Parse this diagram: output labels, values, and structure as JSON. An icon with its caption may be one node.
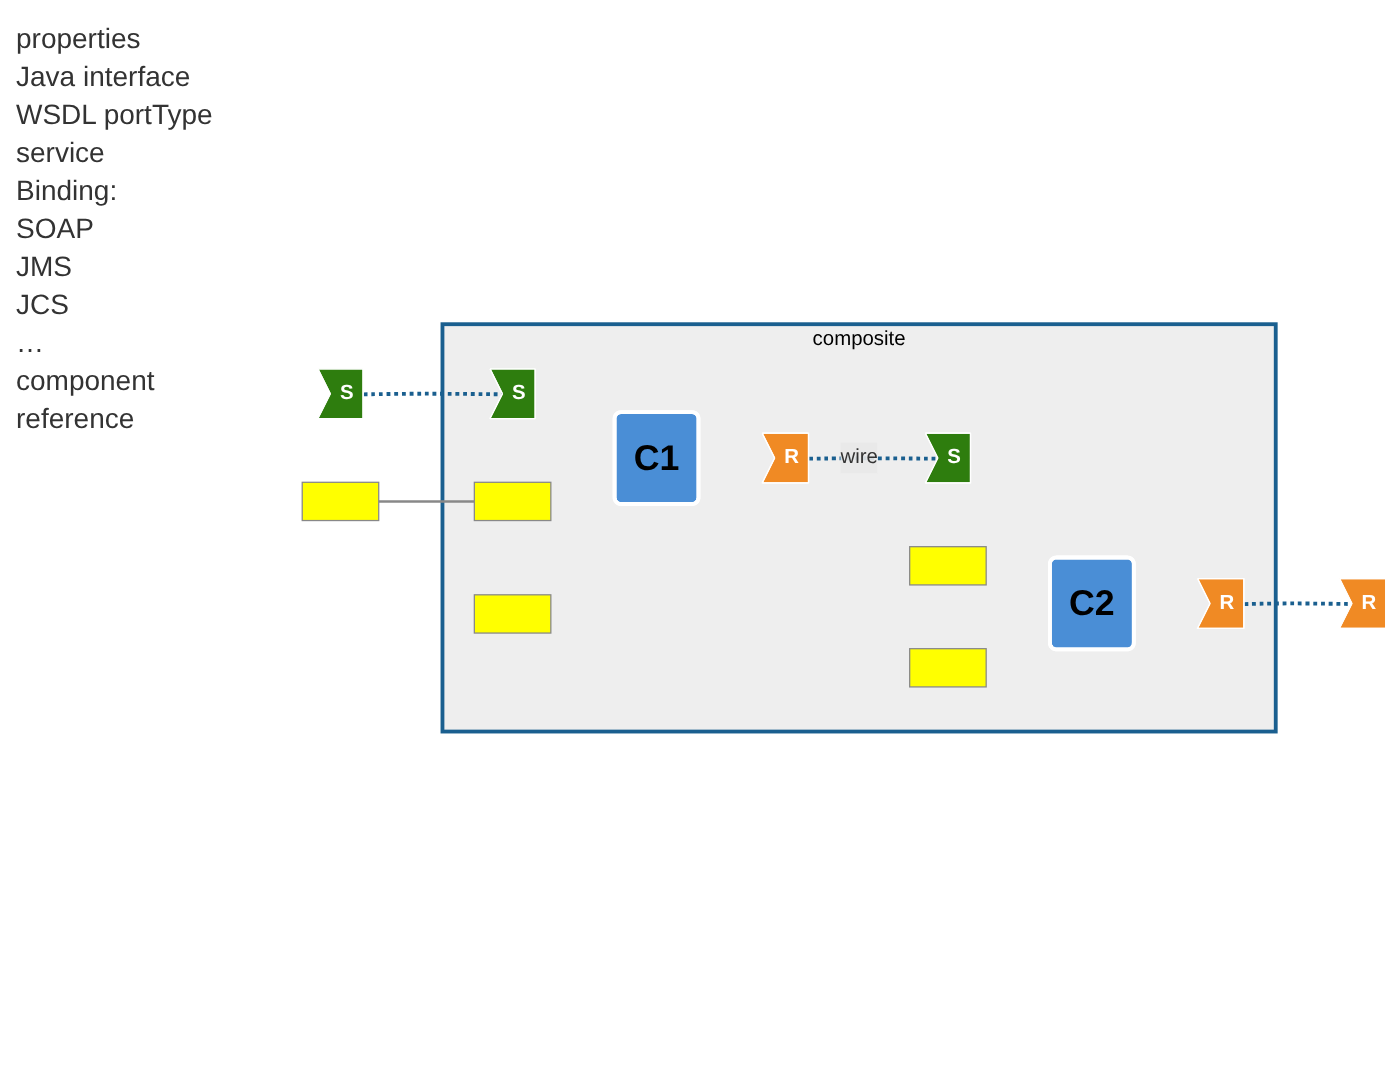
{
  "diagram": {
    "nodes": [
      {
        "text": [
          "composite"
        ]
      },
      {
        "text": [],
        "shape": "box"
      },
      {
        "text": [
          "C1"
        ],
        "in": 0
      },
      {
        "text": [],
        "shape": "box",
        "in": 0
      },
      {
        "text": [],
        "shape": "box",
        "in": 0
      },
      {
        "text": [
          "S"
        ]
      },
      {
        "text": [
          "S"
        ],
        "in": 0
      },
      {
        "text": [
          "R"
        ],
        "in": 0
      },
      {
        "text": [],
        "shape": "box",
        "in": 0
      },
      {
        "text": [],
        "shape": "box",
        "in": 0
      },
      {
        "text": [
          "S"
        ],
        "in": 0
      },
      {
        "text": [
          "C2"
        ],
        "in": 0
      },
      {
        "text": [
          "R"
        ],
        "in": 0
      },
      {
        "text": [
          "R"
        ]
      }
    ],
    "edges": [
      {
        "from": 1,
        "to": 3,
        "arrow": "none",
        "color": "#888888"
      },
      {
        "from": 5,
        "to": 6,
        "arrow": "none",
        "style": "dashed"
      },
      {
        "from": 7,
        "to": 10,
        "arrow": "none",
        "style": "dashed",
        "label": "wire"
      },
      {
        "from": 12,
        "to": 13,
        "arrow": "none",
        "style": "dashed"
      }
    ],
    "labels": [
      "properties",
      "Java interface",
      "WSDL portType",
      "service",
      "Binding:",
      "SOAP",
      "JMS",
      "JCS",
      "…",
      "component",
      "reference"
    ]
  }
}
